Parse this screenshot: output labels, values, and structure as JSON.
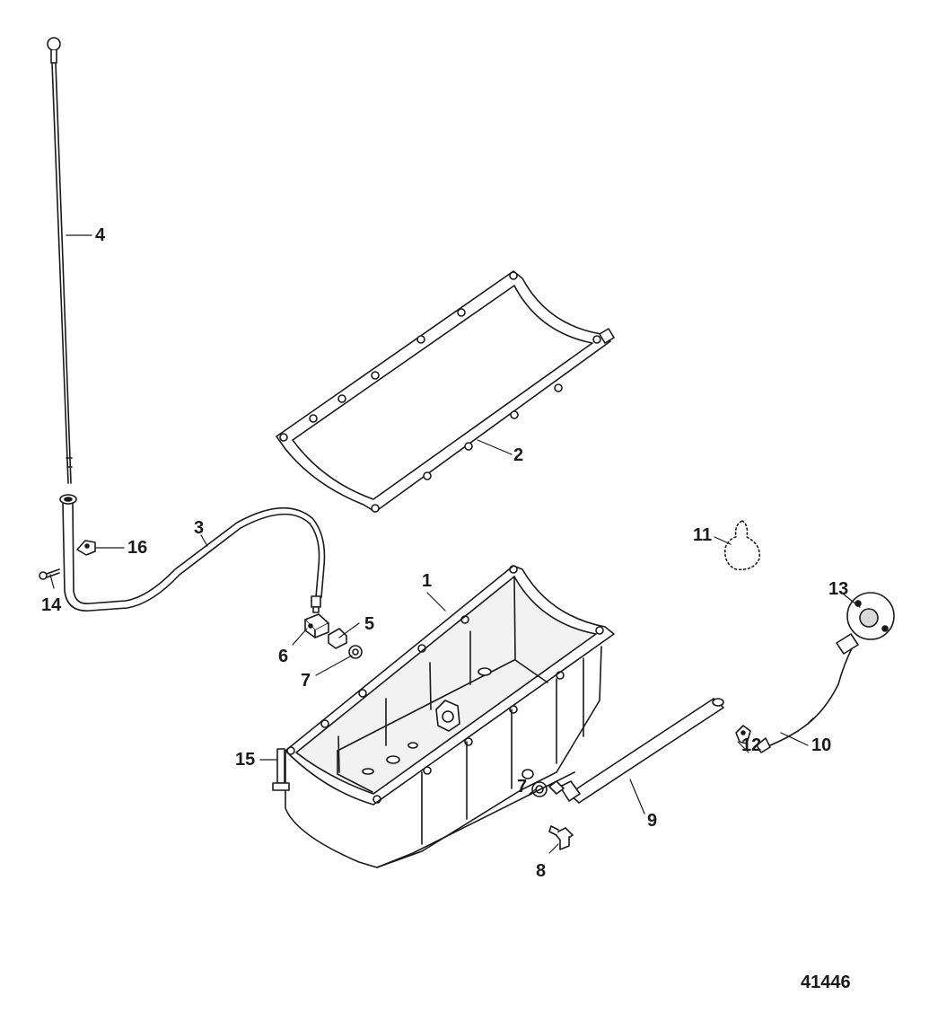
{
  "callouts": {
    "c1": "1",
    "c2": "2",
    "c3": "3",
    "c4": "4",
    "c5": "5",
    "c6": "6",
    "c7a": "7",
    "c7b": "7",
    "c8": "8",
    "c9": "9",
    "c10": "10",
    "c11": "11",
    "c12": "12",
    "c13": "13",
    "c14": "14",
    "c15": "15",
    "c16": "16"
  },
  "figure_id": "41446",
  "colors": {
    "line": "#1a1a1a",
    "part_fill": "#ffffff",
    "shade": "#d9d9d9"
  }
}
